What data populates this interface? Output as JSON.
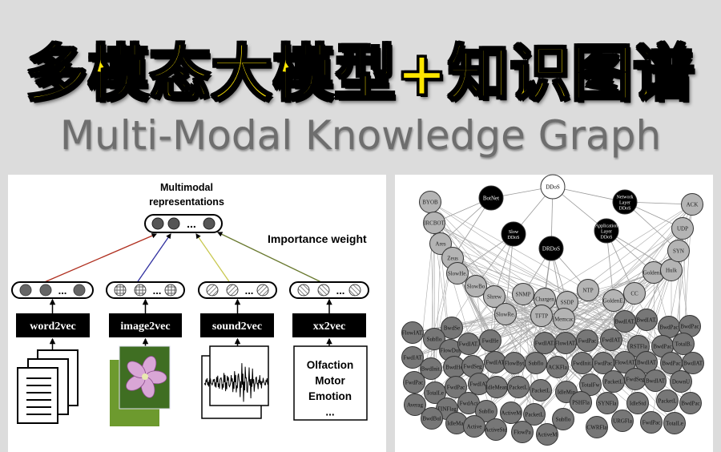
{
  "title": "多模态大模型+知识图谱",
  "subtitle": "Multi-Modal Knowledge Graph",
  "colors": {
    "background": "#dcdcdc",
    "title_fill": "#ffe600",
    "title_outline": "#000000"
  },
  "left_diagram": {
    "heading_line1": "Multimodal",
    "heading_line2": "representations",
    "importance_label": "Importance weight",
    "ellipsis": "...",
    "encoders": [
      {
        "label": "word2vec",
        "input": "documents-icon",
        "arrow_color": "#b03020"
      },
      {
        "label": "image2vec",
        "input": "flower-image",
        "arrow_color": "#3030a0"
      },
      {
        "label": "sound2vec",
        "input": "waveform-image",
        "arrow_color": "#c8c850"
      },
      {
        "label": "xx2vec",
        "input": "text-box",
        "arrow_color": "#6a7a30"
      }
    ],
    "other_modalities": [
      "Olfaction",
      "Motor",
      "Emotion",
      "..."
    ]
  },
  "right_graph": {
    "root": "DDoS",
    "hubs": [
      [
        "BotNet"
      ],
      [
        "Network",
        "Layer",
        "DDoS"
      ],
      [
        "Slow",
        "DDoS"
      ],
      [
        "DRDoS"
      ],
      [
        "Application",
        "Layer",
        "DDoS"
      ]
    ],
    "attack_nodes": [
      "BYOB",
      "IRCBOT",
      "Ares",
      "Zeus",
      "SlowHe.",
      "SlowBo",
      "Shrew",
      "SlowRe.",
      "SNMP",
      "Chargen",
      "SSDP",
      "TFTP",
      "Memcac",
      "NTP",
      "GoldenE.",
      "CC",
      "GoldenE.",
      "Hulk",
      "SYN",
      "UDP",
      "ACK"
    ],
    "feature_nodes": [
      "FlowIAT.",
      "BwdSe",
      "Subflo",
      "FlowDur",
      "FwdIAT.",
      "FwdHe",
      "FwdIAT.",
      "FlowIAT.",
      "FwdPac",
      "FwdIAT",
      "BwdIAT.",
      "BwdIAT.",
      "BwdPac",
      "BwdPac",
      "RSTFla",
      "BwdPac",
      "TotalB.",
      "FwdIAT",
      "BwdInit.",
      "BwdHe",
      "FwdSeg",
      "FwdIAT",
      "FlowByt",
      "Subflo",
      "ACKFla",
      "FwdInit.",
      "FwdPac",
      "FlowIAT",
      "BwdIAT",
      "BwdPac",
      "BwdIAT",
      "FwdPac",
      "TotalLe",
      "FwdPac",
      "FwdIAT",
      "IdleMean",
      "PacketL",
      "PacketL",
      "IdleMin",
      "TotalFw",
      "PacketL",
      "FwdSeg",
      "BwdIAT",
      "DownU",
      "Averag",
      "FINFlag",
      "FwdAct",
      "Subflo",
      "ActiveM",
      "PacketL",
      "PSHFla",
      "SYNFla",
      "IdleStd",
      "PacketL",
      "BwdPac",
      "BwdBul",
      "IdleMax",
      "Active",
      "ActiveStd",
      "FlowPa",
      "Subflo",
      "ActiveM",
      "CWRFla",
      "URGFla",
      "FwdPac",
      "TotalLe"
    ],
    "node_colors": {
      "root": "#ffffff",
      "hub": "#000000",
      "attack": "#b4b4b4",
      "feature": "#777777"
    }
  }
}
